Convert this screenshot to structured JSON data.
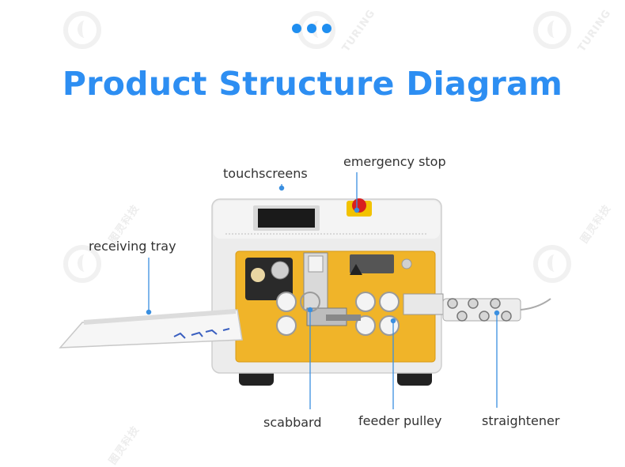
{
  "title": "Product Structure Diagram",
  "watermark": {
    "brand": "TURING",
    "chinese": "图灵科技"
  },
  "labels": {
    "touchscreens": "touchscreens",
    "emergency_stop": "emergency stop",
    "receiving_tray": "receiving tray",
    "scabbard": "scabbard",
    "feeder_pulley": "feeder pulley",
    "straightener": "straightener"
  },
  "colors": {
    "accent": "#2d8ef2",
    "dots": "#1f8ef0",
    "leader_line": "#3a8fe0",
    "panel_yellow": "#f0b429",
    "body": "#ececec"
  }
}
